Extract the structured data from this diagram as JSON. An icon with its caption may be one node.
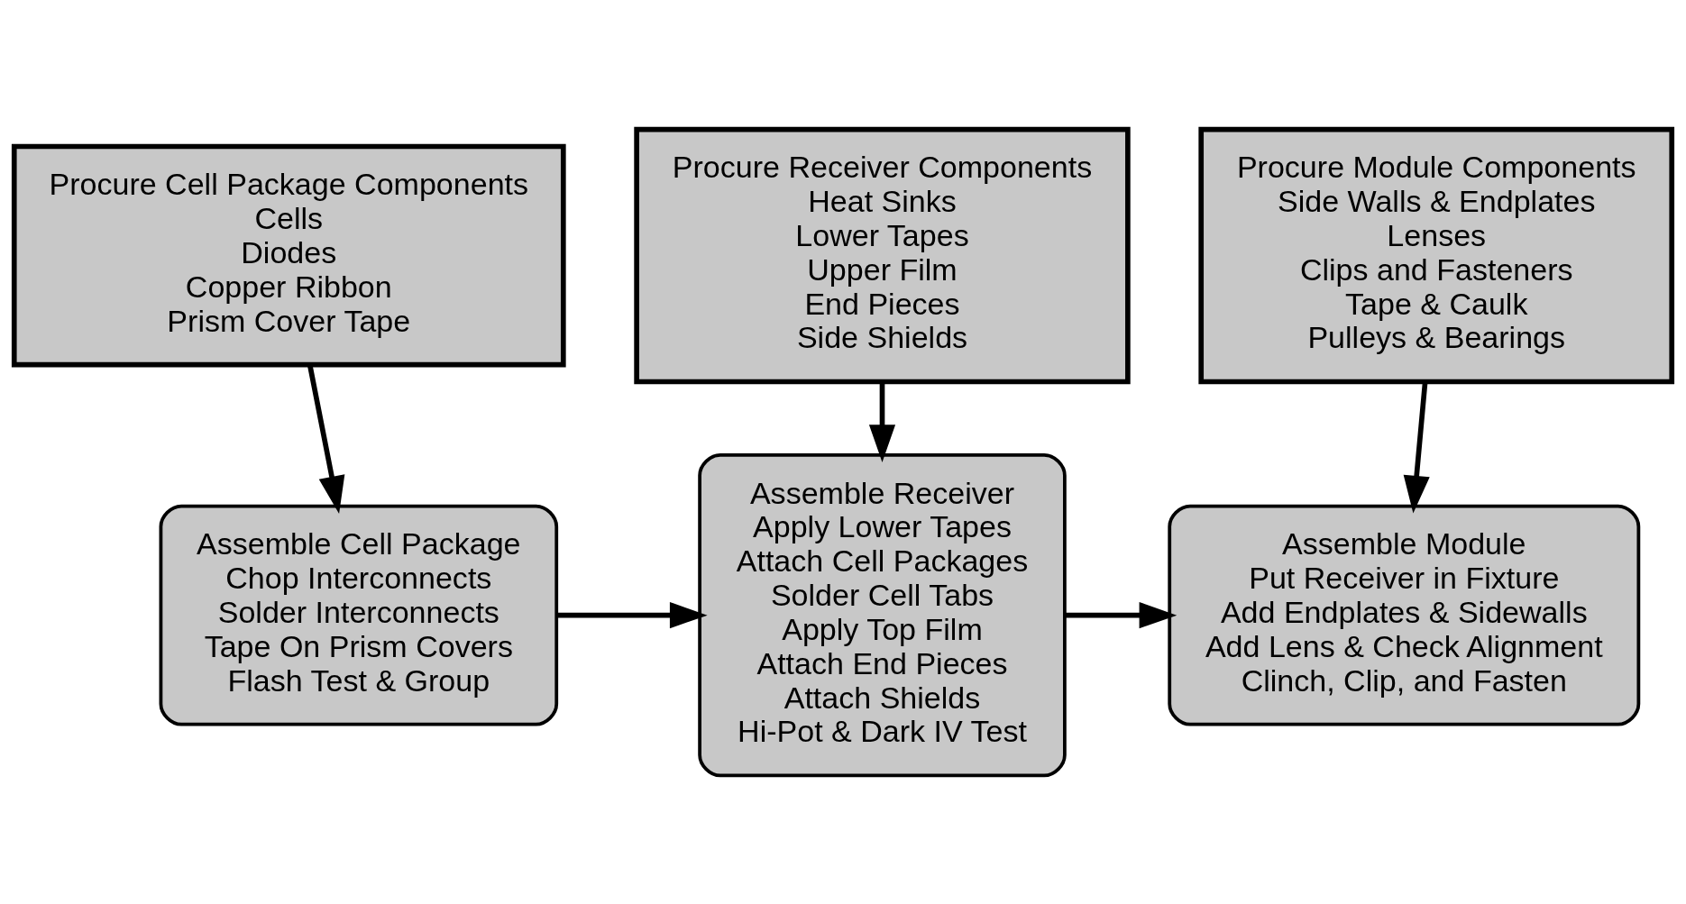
{
  "diagram": {
    "nodes": [
      {
        "text": [
          "Procure Cell Package Components",
          "Cells",
          "Diodes",
          "Copper Ribbon",
          "Prism Cover Tape"
        ]
      },
      {
        "text": [
          "Procure Receiver Components",
          "Heat Sinks",
          "Lower Tapes",
          "Upper Film",
          "End Pieces",
          "Side Shields"
        ]
      },
      {
        "text": [
          "Procure Module Components",
          "Side Walls & Endplates",
          "Lenses",
          "Clips and Fasteners",
          "Tape & Caulk",
          "Pulleys & Bearings"
        ]
      },
      {
        "text": [
          "Assemble Cell Package",
          "Chop Interconnects",
          "Solder Interconnects",
          "Tape On Prism Covers",
          "Flash Test & Group"
        ]
      },
      {
        "text": [
          "Assemble Receiver",
          "Apply Lower Tapes",
          "Attach Cell Packages",
          "Solder Cell Tabs",
          "Apply Top Film",
          "Attach End Pieces",
          "Attach Shields",
          "Hi-Pot & Dark IV Test"
        ]
      },
      {
        "text": [
          "Assemble Module",
          "Put Receiver in Fixture",
          "Add Endplates & Sidewalls",
          "Add Lens & Check Alignment",
          "Clinch, Clip, and Fasten"
        ]
      }
    ],
    "edges": [
      {
        "from": 0,
        "to": 3,
        "arrow": "to"
      },
      {
        "from": 1,
        "to": 4,
        "arrow": "to"
      },
      {
        "from": 2,
        "to": 5,
        "arrow": "to"
      },
      {
        "from": 3,
        "to": 4,
        "arrow": "to"
      },
      {
        "from": 4,
        "to": 5,
        "arrow": "to"
      }
    ]
  }
}
